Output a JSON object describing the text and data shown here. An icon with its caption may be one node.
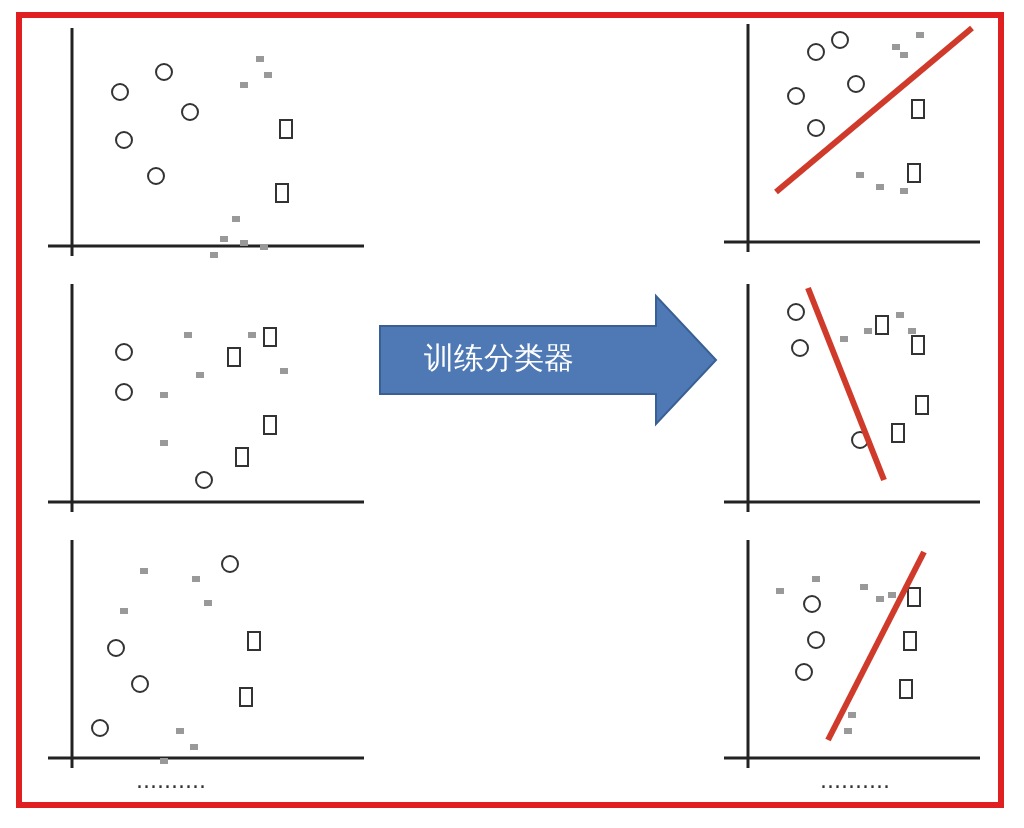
{
  "diagram": {
    "nodes": [
      {
        "text": [],
        "shape": "picture"
      },
      {
        "text": [],
        "shape": "picture"
      }
    ],
    "edges": [
      {
        "from": 0,
        "to": 1,
        "arrow": "to",
        "label": "训练分类器"
      }
    ],
    "labels": [
      "..........",
      ".........."
    ]
  }
}
